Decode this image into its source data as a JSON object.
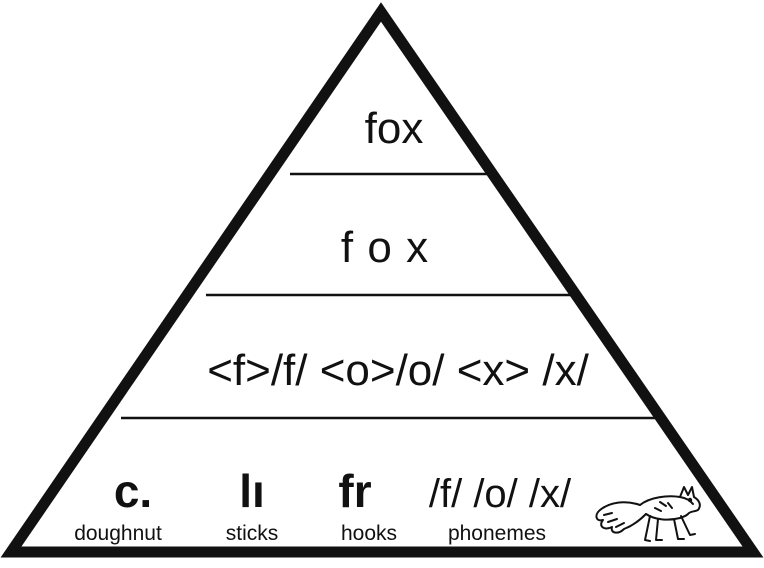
{
  "pyramid": {
    "level1": {
      "text": "fox"
    },
    "level2": {
      "text": "f o x"
    },
    "level3": {
      "text": "<f>/f/ <o>/o/ <x> /x/"
    },
    "base": {
      "items": [
        {
          "symbol": "c.",
          "label": "doughnut"
        },
        {
          "symbol": "lı",
          "label": "sticks"
        },
        {
          "symbol": "fr",
          "label": "hooks"
        },
        {
          "symbol": "/f/ /o/ /x/",
          "label": "phonemes"
        }
      ],
      "illustration": "fox-icon"
    }
  },
  "colors": {
    "ink": "#111111",
    "background": "#ffffff"
  }
}
